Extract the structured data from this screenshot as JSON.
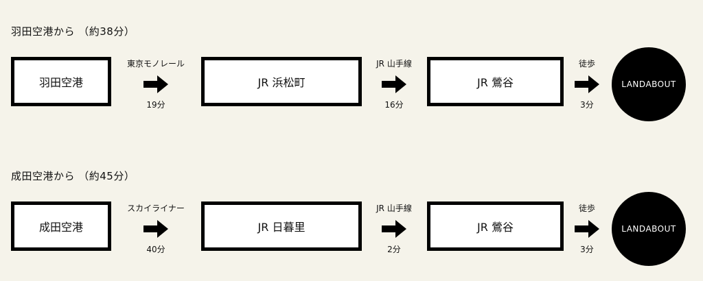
{
  "routes": [
    {
      "title": "羽田空港から （約38分）",
      "origin": "羽田空港",
      "segments": [
        {
          "line": "東京モノレール",
          "time": "19分"
        },
        {
          "line": "JR 山手線",
          "time": "16分"
        },
        {
          "line": "徒歩",
          "time": "3分"
        }
      ],
      "stops": [
        "JR 浜松町",
        "JR 鶯谷"
      ],
      "destination": "LANDABOUT"
    },
    {
      "title": "成田空港から （約45分）",
      "origin": "成田空港",
      "segments": [
        {
          "line": "スカイライナー",
          "time": "40分"
        },
        {
          "line": "JR 山手線",
          "time": "2分"
        },
        {
          "line": "徒歩",
          "time": "3分"
        }
      ],
      "stops": [
        "JR 日暮里",
        "JR 鶯谷"
      ],
      "destination": "LANDABOUT"
    }
  ]
}
